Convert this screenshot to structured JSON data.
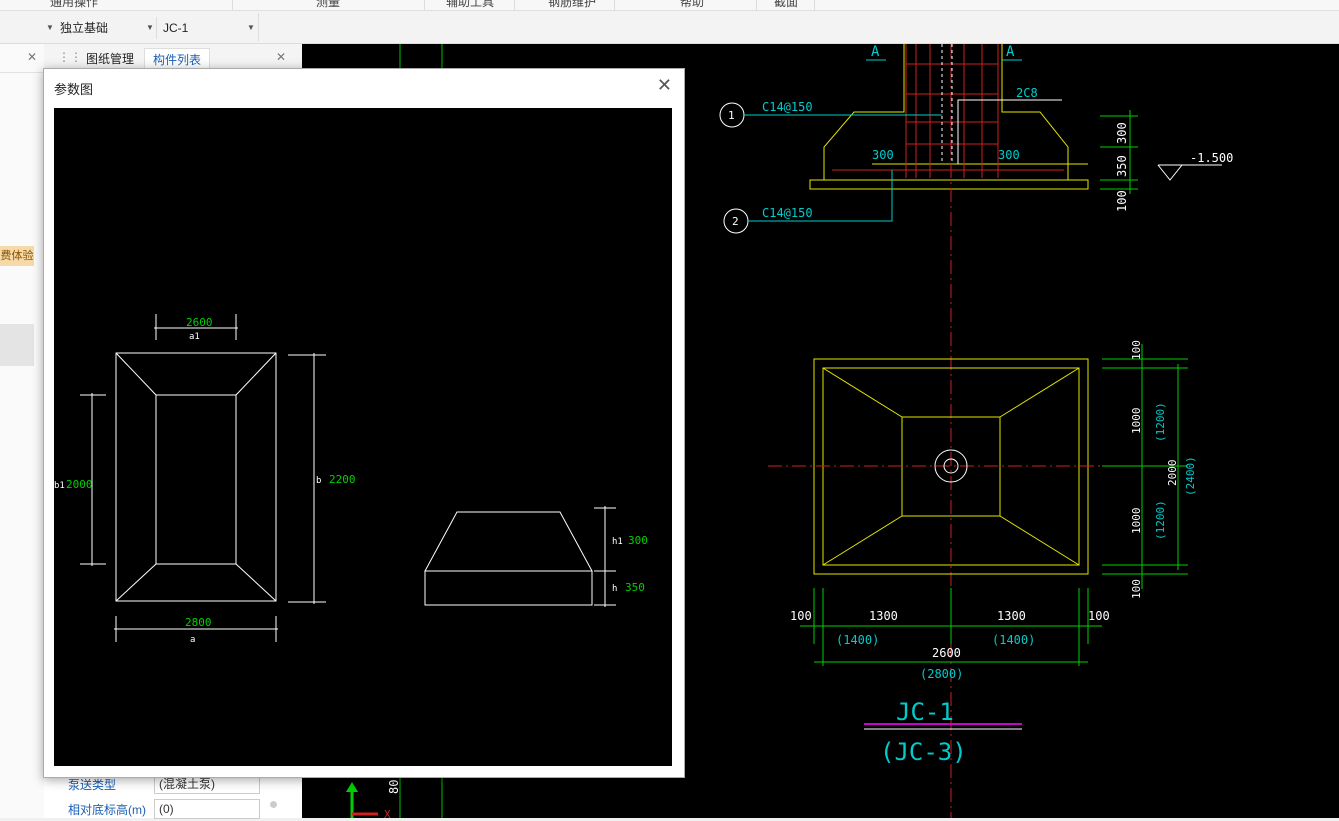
{
  "menubar": {
    "items": [
      "通用操作",
      "测量",
      "辅助工具",
      "钢筋维护",
      "帮助",
      "截面"
    ]
  },
  "toolbar": {
    "category_value": "独立基础",
    "component_value": "JC-1"
  },
  "left_panel": {
    "badge": "费体验"
  },
  "side_panel": {
    "tab_drawings": "图纸管理",
    "tab_components": "构件列表",
    "props": [
      {
        "label": "泵送类型",
        "value": "(混凝土泵)"
      },
      {
        "label": "相对底标高(m)",
        "value": "(0)"
      }
    ]
  },
  "dialog": {
    "title": "参数图",
    "close_glyph": "✕",
    "diagram": {
      "plan": {
        "a1_value": "2600",
        "a1_label": "a1",
        "a_value": "2800",
        "a_label": "a",
        "b1_label": "b1",
        "b1_value": "2000",
        "b_label": "b",
        "b_value": "2200"
      },
      "section": {
        "h1_label": "h1",
        "h1_value": "300",
        "h_label": "h",
        "h_value": "350"
      }
    }
  },
  "cad": {
    "section_marks": [
      "A",
      "A"
    ],
    "callout_1": {
      "num": "1",
      "text": "C14@150"
    },
    "callout_2": {
      "num": "2",
      "text": "C14@150"
    },
    "col_label": "2C8",
    "dim_300_left": "300",
    "dim_300_right": "300",
    "v_dims_top": [
      "300",
      "350",
      "100"
    ],
    "elevation": "-1.500",
    "plan_right": {
      "d100a": "100",
      "d1000a": "1000",
      "d1200a": "(1200)",
      "d2000": "2000",
      "d2400": "(2400)",
      "d1000b": "1000",
      "d1200b": "(1200)",
      "d100b": "100"
    },
    "plan_bottom": {
      "d100l": "100",
      "d1300l": "1300",
      "d1300r": "1300",
      "d100r": "100",
      "d1400l": "(1400)",
      "d1400r": "(1400)",
      "d2600": "2600",
      "d2800": "(2800)"
    },
    "name_main": "JC-1",
    "name_alt": "(JC-3)",
    "axis_tick": "80"
  },
  "colors": {
    "cad_bg": "#000000",
    "cad_yellow": "#e6e600",
    "cad_cyan": "#00cccc",
    "cad_green": "#00d000",
    "cad_red": "#d02020",
    "cad_white": "#ffffff",
    "cad_magenta": "#cc00cc",
    "accent_blue": "#1a5fb4"
  }
}
